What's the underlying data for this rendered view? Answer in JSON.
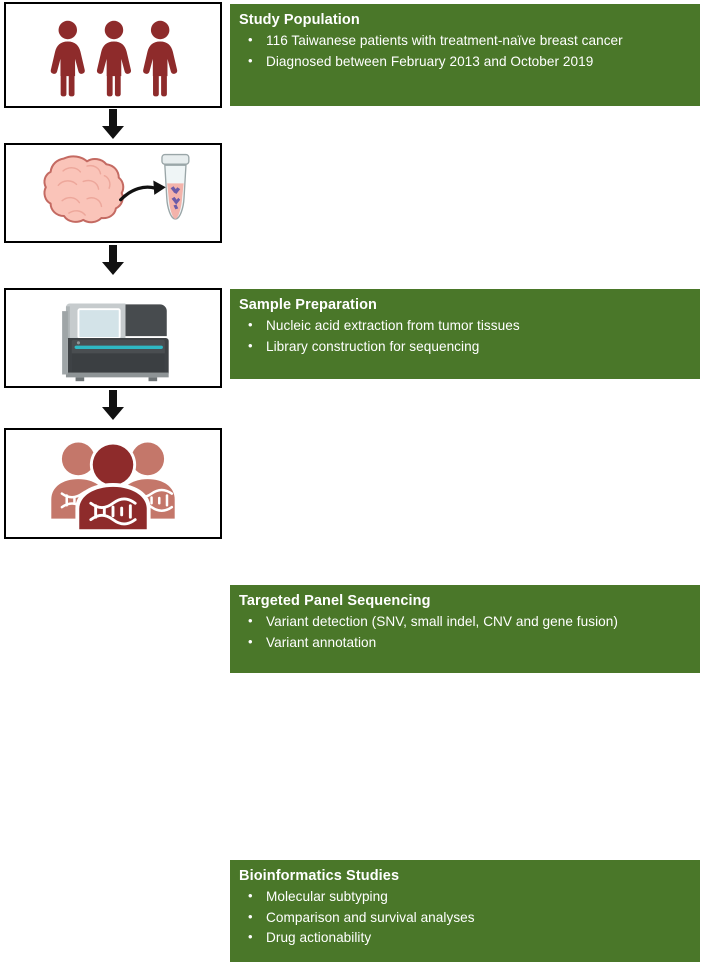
{
  "figure": {
    "type": "workflow-diagram",
    "orientation": "vertical",
    "step_count": 4,
    "colors": {
      "panel_green": "#4A7729",
      "panel_text": "#FFFFFF",
      "box_border": "#000000",
      "box_background": "#FFFFFF",
      "arrow": "#111111",
      "figure_red_dark": "#8E2B2B",
      "figure_red_light": "#C4776A",
      "tumor_fill": "#FAC4B9",
      "tumor_outline": "#C46A62",
      "tube_liquid": "#F3B3AB",
      "dna_fragment": "#6B5BA8",
      "sequencer_light": "#C6CBCD",
      "sequencer_dark": "#474B4E",
      "sequencer_accent": "#2FB9C4",
      "screen": "#D3E3E8"
    }
  },
  "steps": [
    {
      "id": "study-population",
      "index": 1,
      "title": "Study Population",
      "icon": "three-female-patients-icon",
      "bullets": [
        "116 Taiwanese patients with treatment-naïve breast cancer",
        "Diagnosed between February 2013 and October 2019"
      ]
    },
    {
      "id": "sample-preparation",
      "index": 2,
      "title": "Sample Preparation",
      "icon": "tumor-to-tube-icon",
      "bullets": [
        "Nucleic acid extraction from tumor tissues",
        "Library construction for sequencing"
      ]
    },
    {
      "id": "targeted-panel-sequencing",
      "index": 3,
      "title": "Targeted Panel Sequencing",
      "icon": "sequencer-machine-icon",
      "bullets": [
        "Variant detection (SNV, small indel, CNV and gene fusion)",
        "Variant annotation"
      ]
    },
    {
      "id": "bioinformatics-studies",
      "index": 4,
      "title": "Bioinformatics Studies",
      "icon": "people-with-dna-icon",
      "bullets": [
        "Molecular subtyping",
        "Comparison and survival analyses",
        "Drug actionability"
      ]
    }
  ],
  "connectors": [
    {
      "id": "connector-1",
      "from": "study-population",
      "to": "sample-preparation",
      "glyph": "down-arrow"
    },
    {
      "id": "connector-2",
      "from": "sample-preparation",
      "to": "targeted-panel-sequencing",
      "glyph": "down-arrow"
    },
    {
      "id": "connector-3",
      "from": "targeted-panel-sequencing",
      "to": "bioinformatics-studies",
      "glyph": "down-arrow"
    }
  ]
}
